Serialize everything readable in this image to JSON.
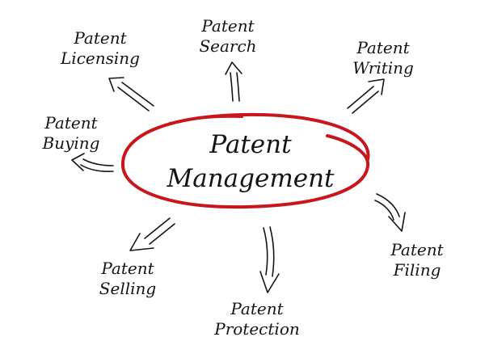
{
  "center": {
    "line1": "Patent",
    "line2": "Management"
  },
  "nodes": [
    {
      "id": "licensing",
      "line1": "Patent",
      "line2": "Licensing"
    },
    {
      "id": "search",
      "line1": "Patent",
      "line2": "Search"
    },
    {
      "id": "writing",
      "line1": "Patent",
      "line2": "Writing"
    },
    {
      "id": "buying",
      "line1": "Patent",
      "line2": "Buying"
    },
    {
      "id": "filing",
      "line1": "Patent",
      "line2": "Filing"
    },
    {
      "id": "selling",
      "line1": "Patent",
      "line2": "Selling"
    },
    {
      "id": "protection",
      "line1": "Patent",
      "line2": "Protection"
    }
  ],
  "colors": {
    "ellipse": "#c8161d",
    "ink": "#141414"
  }
}
